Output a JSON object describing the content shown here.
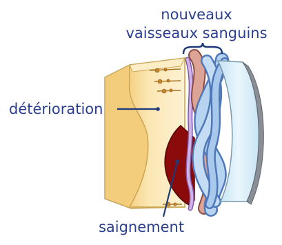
{
  "labels": {
    "new_vessels_line1": "nouveaux",
    "new_vessels_line2": "vaisseaux sanguins",
    "deterioration": "détérioration",
    "bleeding": "saignement"
  },
  "colors": {
    "label_text": "#2a3f8f",
    "leader_line": "#1f3a7a",
    "tissue_fill": "#fbe6b3",
    "tissue_front": "#f6d488",
    "tissue_outline": "#c8a656",
    "photoreceptor_line": "#a86f1f",
    "hemorrhage": "#8b0a0a",
    "membrane": "#b58fd0",
    "vessel_red": "#d99a8e",
    "vessel_blue": "#a9c9ec",
    "vessel_outline": "#4f78b9",
    "lens": "#dbeef8",
    "lens_edge": "#8a8f96"
  }
}
